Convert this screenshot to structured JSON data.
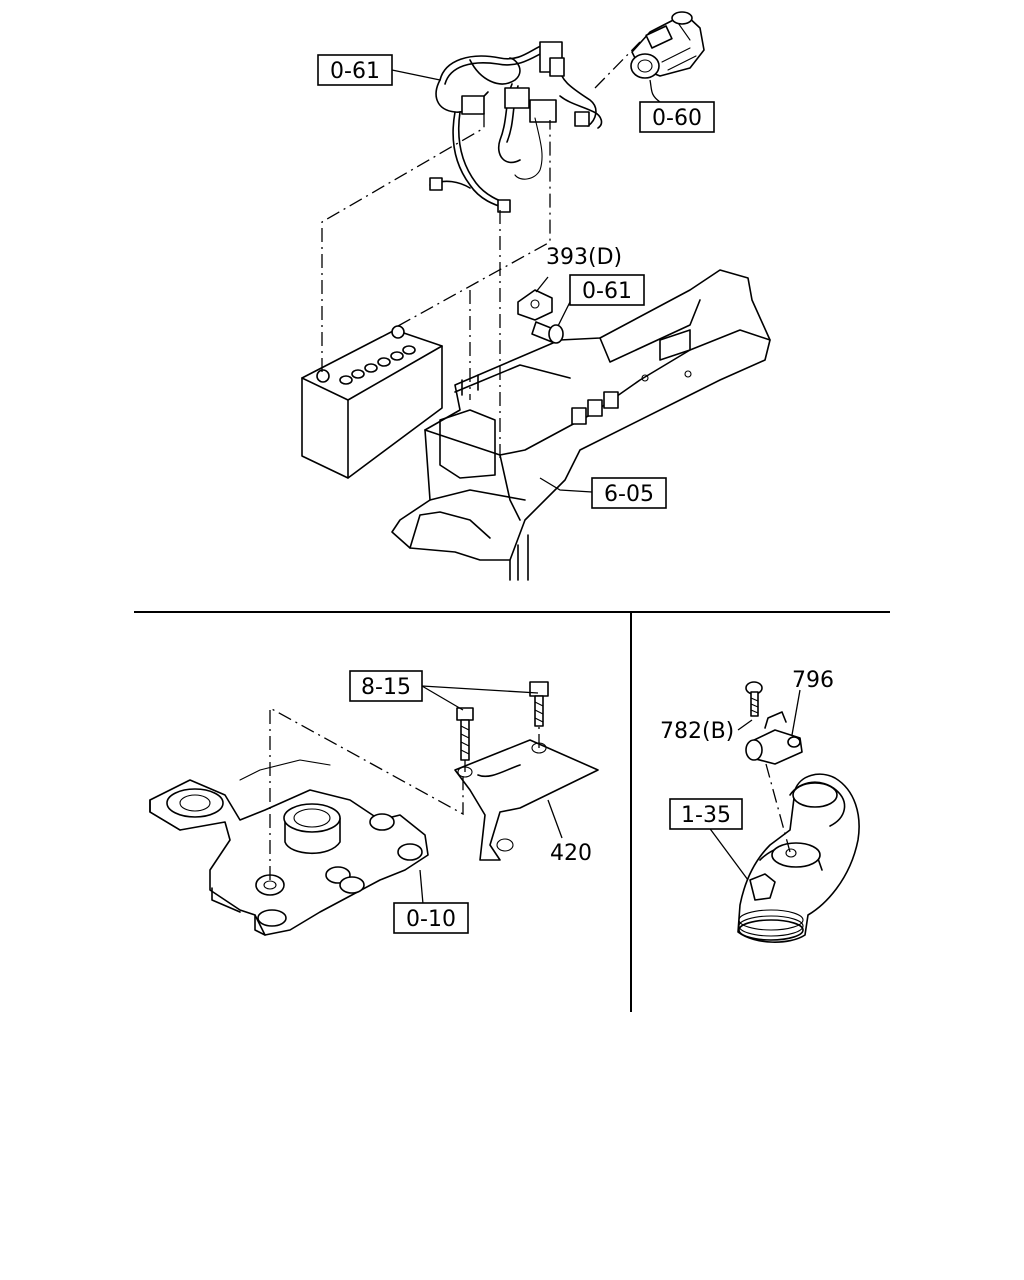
{
  "labels": {
    "harness_top": "0-61",
    "starter": "0-60",
    "bracket_393": "393(D)",
    "bolt_061": "0-61",
    "frame": "6-05",
    "bolts_815": "8-15",
    "bracket_420": "420",
    "cover_010": "0-10",
    "sensor_796": "796",
    "screw_782": "782(B)",
    "duct_135": "1-35"
  }
}
